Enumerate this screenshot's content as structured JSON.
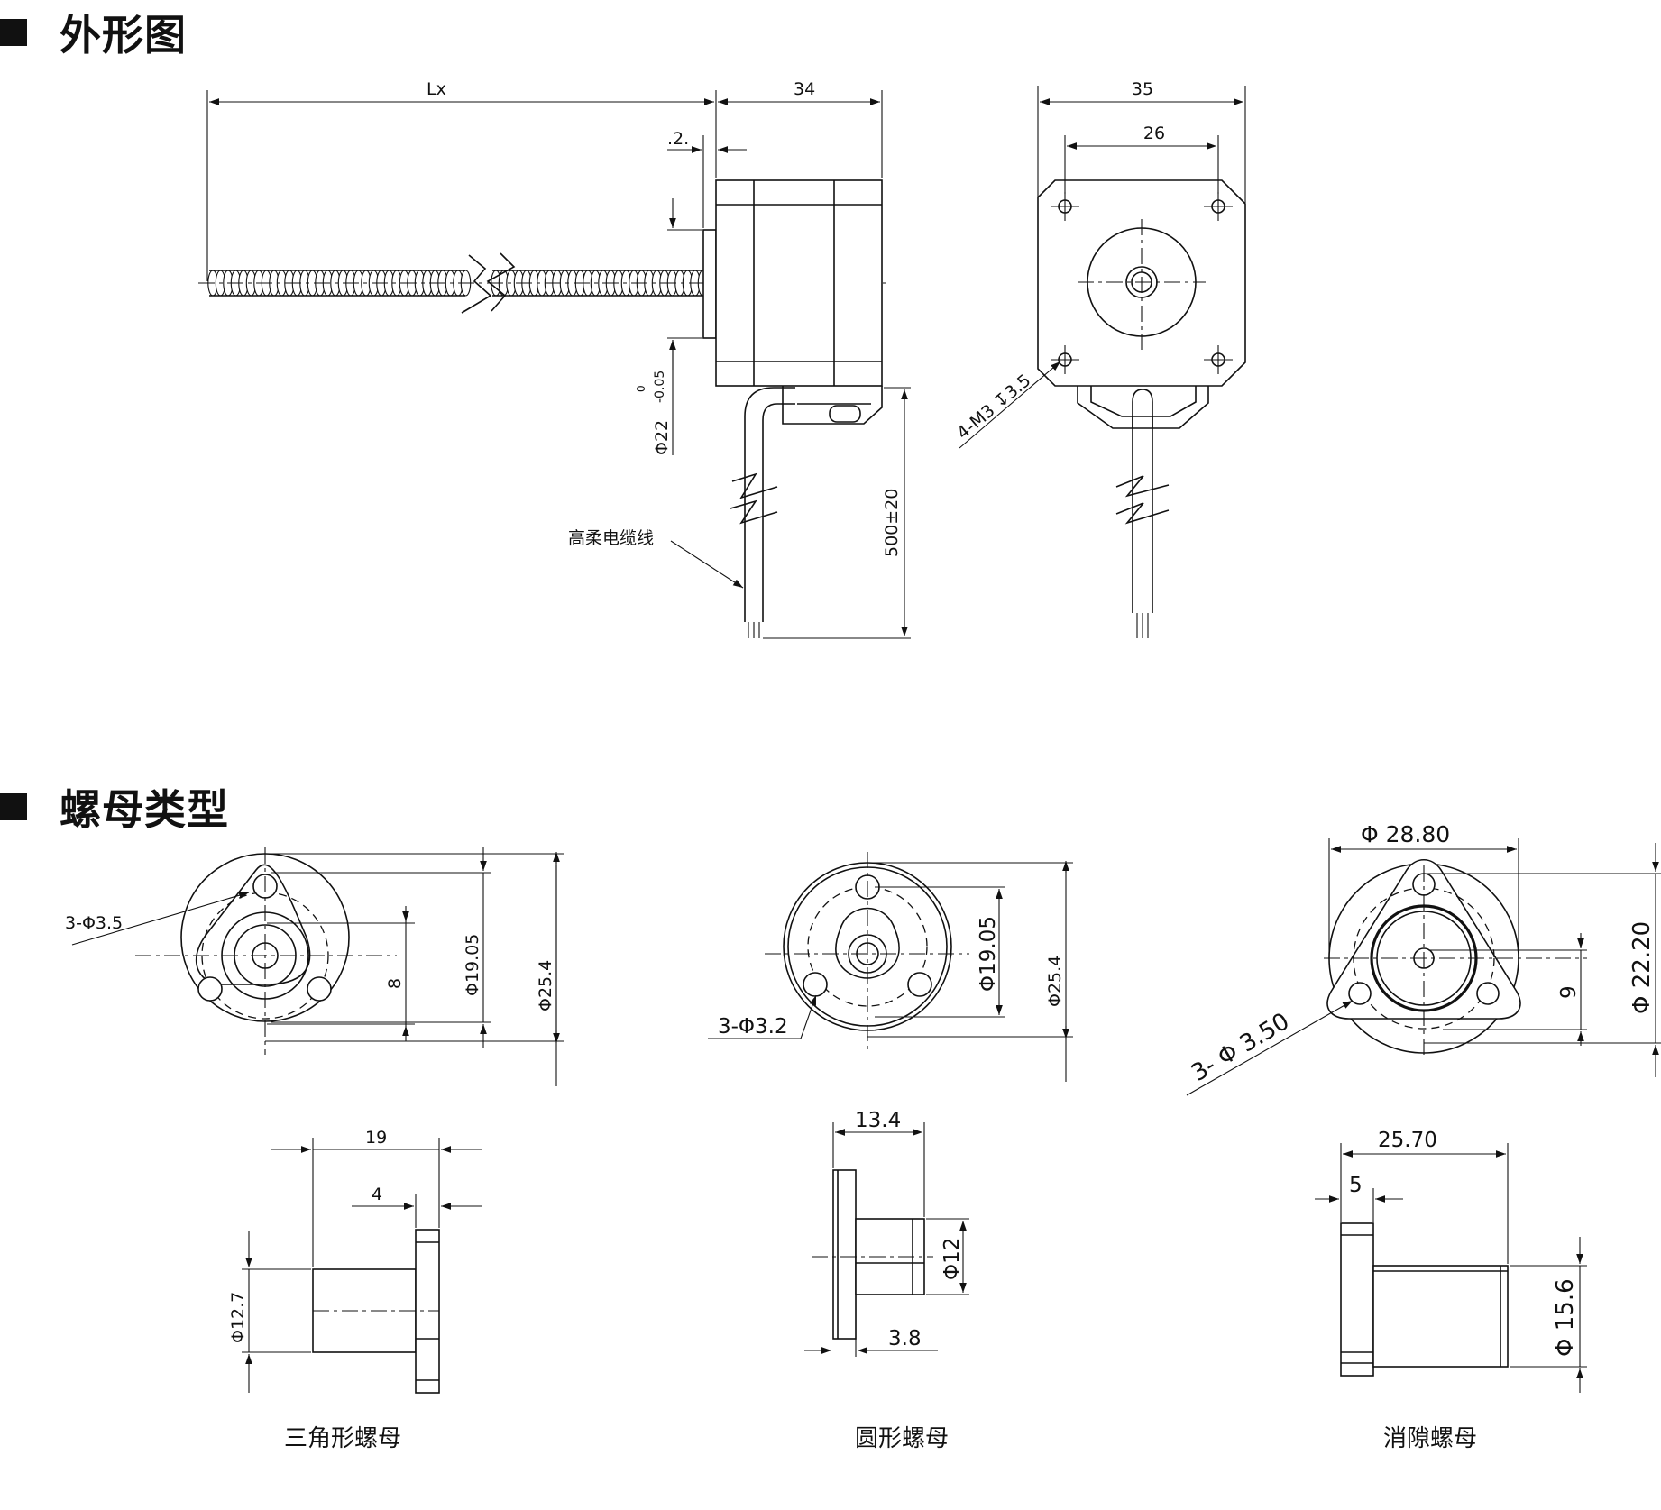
{
  "sections": {
    "outline_title": "外形图",
    "nut_title": "螺母类型"
  },
  "motor": {
    "dim_lx": "Lx",
    "dim_body_length": "34",
    "dim_boss": ".2.",
    "dim_boss_dia": "Φ22",
    "dim_boss_tol_upper": "0",
    "dim_boss_tol_lower": "-0.05",
    "dim_cable_length": "500±20",
    "cable_label": "高柔电缆线",
    "dim_flange": "35",
    "dim_hole_pitch": "26",
    "dim_thread": "4-M3 ↧3.5"
  },
  "nuts": {
    "triangular": {
      "caption": "三角形螺母",
      "holes": "3-Φ3.5",
      "pcd": "Φ19.05",
      "od": "Φ25.4",
      "flat": "8",
      "length": "19",
      "flange_thk": "4",
      "body_dia": "Φ12.7"
    },
    "round": {
      "caption": "圆形螺母",
      "holes": "3-Φ3.2",
      "pcd": "Φ19.05",
      "od": "Φ25.4",
      "length": "13.4",
      "flange_thk": "3.8",
      "body_dia": "Φ12"
    },
    "antibacklash": {
      "caption": "消隙螺母",
      "holes": "3- Φ 3.50",
      "od": "Φ 28.80",
      "pcd": "Φ 22.20",
      "flat": "9",
      "length": "25.70",
      "flange_thk": "5",
      "body_dia": "Φ 15.6"
    }
  }
}
